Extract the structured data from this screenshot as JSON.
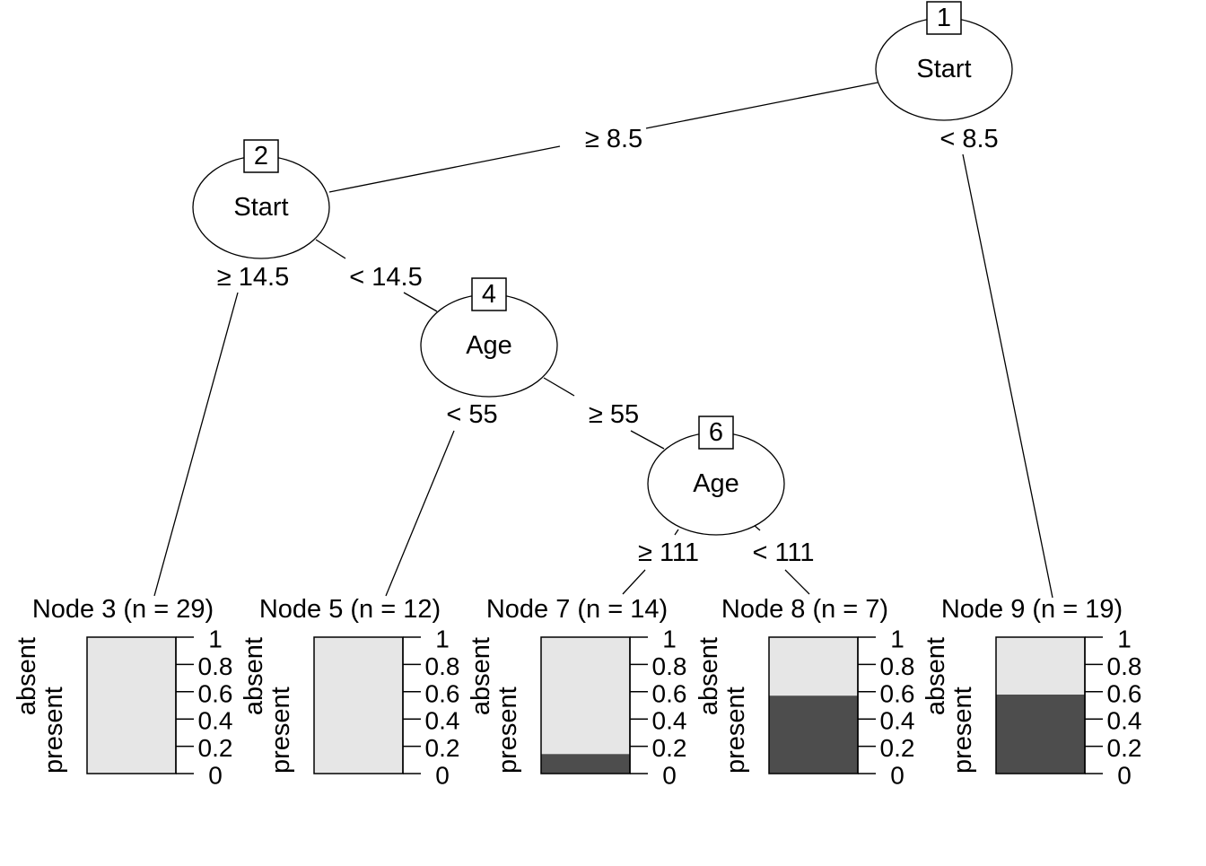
{
  "tree": {
    "inner_nodes": [
      {
        "id": "1",
        "variable": "Start"
      },
      {
        "id": "2",
        "variable": "Start"
      },
      {
        "id": "4",
        "variable": "Age"
      },
      {
        "id": "6",
        "variable": "Age"
      }
    ],
    "edges": [
      {
        "from": "1",
        "to": "2",
        "label": "≥ 8.5"
      },
      {
        "from": "1",
        "to": "9",
        "label": "< 8.5"
      },
      {
        "from": "2",
        "to": "3",
        "label": "≥ 14.5"
      },
      {
        "from": "2",
        "to": "4",
        "label": "< 14.5"
      },
      {
        "from": "4",
        "to": "5",
        "label": "< 55"
      },
      {
        "from": "4",
        "to": "6",
        "label": "≥ 55"
      },
      {
        "from": "6",
        "to": "7",
        "label": "≥ 111"
      },
      {
        "from": "6",
        "to": "8",
        "label": "< 111"
      }
    ],
    "terminal_nodes": [
      {
        "id": "3",
        "title": "Node 3 (n = 29)",
        "present_fraction": 0.0
      },
      {
        "id": "5",
        "title": "Node 5 (n = 12)",
        "present_fraction": 0.0
      },
      {
        "id": "7",
        "title": "Node 7 (n = 14)",
        "present_fraction": 0.143
      },
      {
        "id": "8",
        "title": "Node 8 (n = 7)",
        "present_fraction": 0.571
      },
      {
        "id": "9",
        "title": "Node 9 (n = 19)",
        "present_fraction": 0.579
      }
    ],
    "class_labels": [
      "present",
      "absent"
    ],
    "y_ticks": [
      "0",
      "0.2",
      "0.4",
      "0.6",
      "0.8",
      "1"
    ],
    "colors": {
      "present": "#4d4d4d",
      "absent": "#e6e6e6"
    }
  }
}
